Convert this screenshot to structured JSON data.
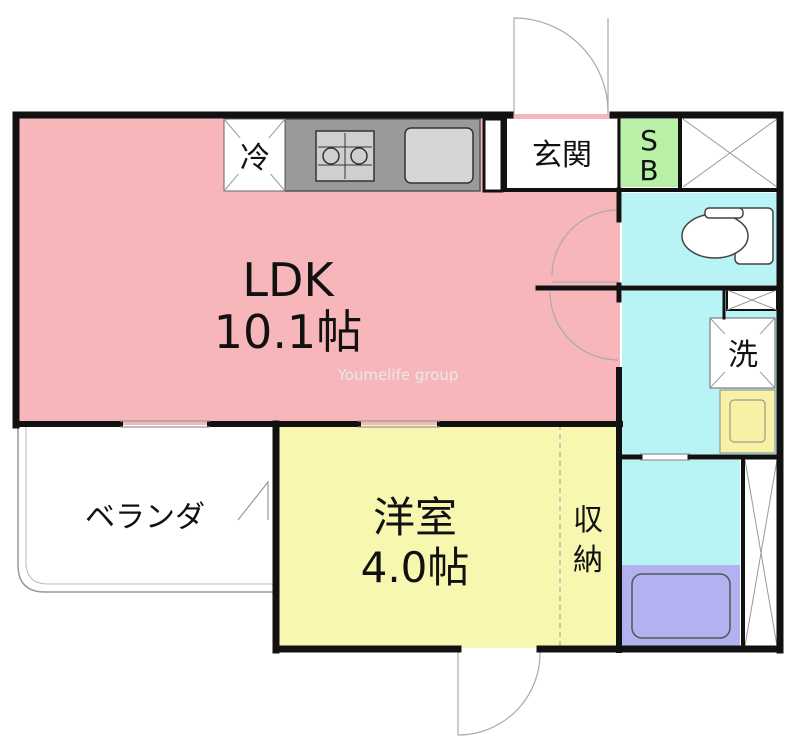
{
  "rooms": {
    "ldk": {
      "name": "LDK",
      "size": "10.1帖",
      "color": "#f7b7ba"
    },
    "western": {
      "name": "洋室",
      "size": "4.0帖",
      "color": "#f8f7b0"
    },
    "wet_area_color": "#b8f3f6",
    "bath_color": "#b4b1f0",
    "vanity_color": "#f6f1a4",
    "sb_color": "#b9f0a8"
  },
  "labels": {
    "fridge": "冷",
    "entrance": "玄関",
    "sb_top": "S",
    "sb_bottom": "B",
    "washer": "洗",
    "balcony": "ベランダ",
    "storage_top": "収",
    "storage_bottom": "納"
  },
  "watermark": "Youmelife group"
}
